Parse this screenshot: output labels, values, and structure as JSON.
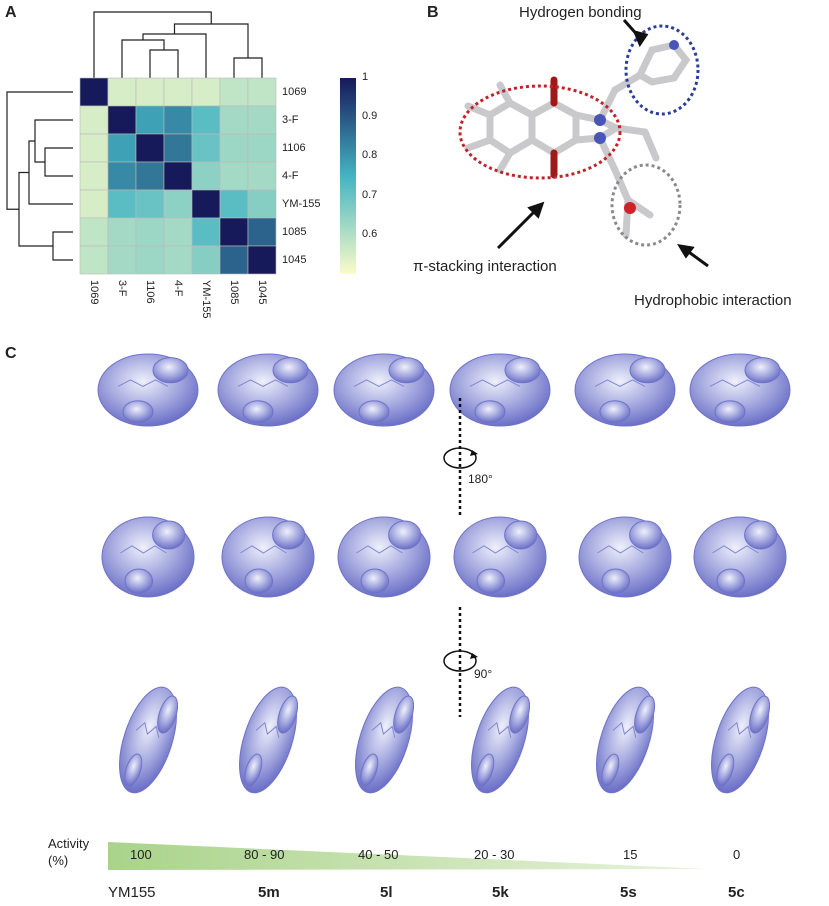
{
  "panels": {
    "a": "A",
    "b": "B",
    "c": "C"
  },
  "heatmap": {
    "labels": [
      "1069",
      "3-F",
      "1106",
      "4-F",
      "YM-155",
      "1085",
      "1045"
    ],
    "matrix": [
      [
        1.0,
        0.55,
        0.55,
        0.55,
        0.55,
        0.58,
        0.58
      ],
      [
        0.55,
        1.0,
        0.78,
        0.82,
        0.72,
        0.62,
        0.62
      ],
      [
        0.55,
        0.78,
        1.0,
        0.85,
        0.7,
        0.63,
        0.63
      ],
      [
        0.55,
        0.82,
        0.85,
        1.0,
        0.65,
        0.62,
        0.62
      ],
      [
        0.55,
        0.72,
        0.7,
        0.65,
        1.0,
        0.72,
        0.66
      ],
      [
        0.58,
        0.62,
        0.63,
        0.62,
        0.72,
        1.0,
        0.88
      ],
      [
        0.58,
        0.62,
        0.63,
        0.62,
        0.66,
        0.88,
        1.0
      ]
    ],
    "colorbar_ticks": [
      "1",
      "0.9",
      "0.8",
      "0.7",
      "0.6"
    ],
    "colorbar_range": [
      0.5,
      1.0
    ],
    "colors": {
      "low": "#fbfbc8",
      "mid": "#44b4c2",
      "high": "#16195a"
    }
  },
  "interactions": {
    "hydrogen_bonding": "Hydrogen bonding",
    "pi_stacking": "π-stacking interaction",
    "hydrophobic": "Hydrophobic interaction",
    "colors": {
      "pi": "#c0242b",
      "hbond": "#2b3d9c",
      "hydrophobic": "#8a8a8a"
    }
  },
  "rotations": [
    "180°",
    "90°"
  ],
  "activity": {
    "label_line1": "Activity",
    "label_line2": "(%)",
    "values": [
      "100",
      "80 - 90",
      "40 - 50",
      "20 - 30",
      "15",
      "0"
    ],
    "compounds": [
      "YM155",
      "5m",
      "5l",
      "5k",
      "5s",
      "5c"
    ],
    "bar_color": "#a9d38a"
  },
  "surface_color": "#5a5fc0"
}
